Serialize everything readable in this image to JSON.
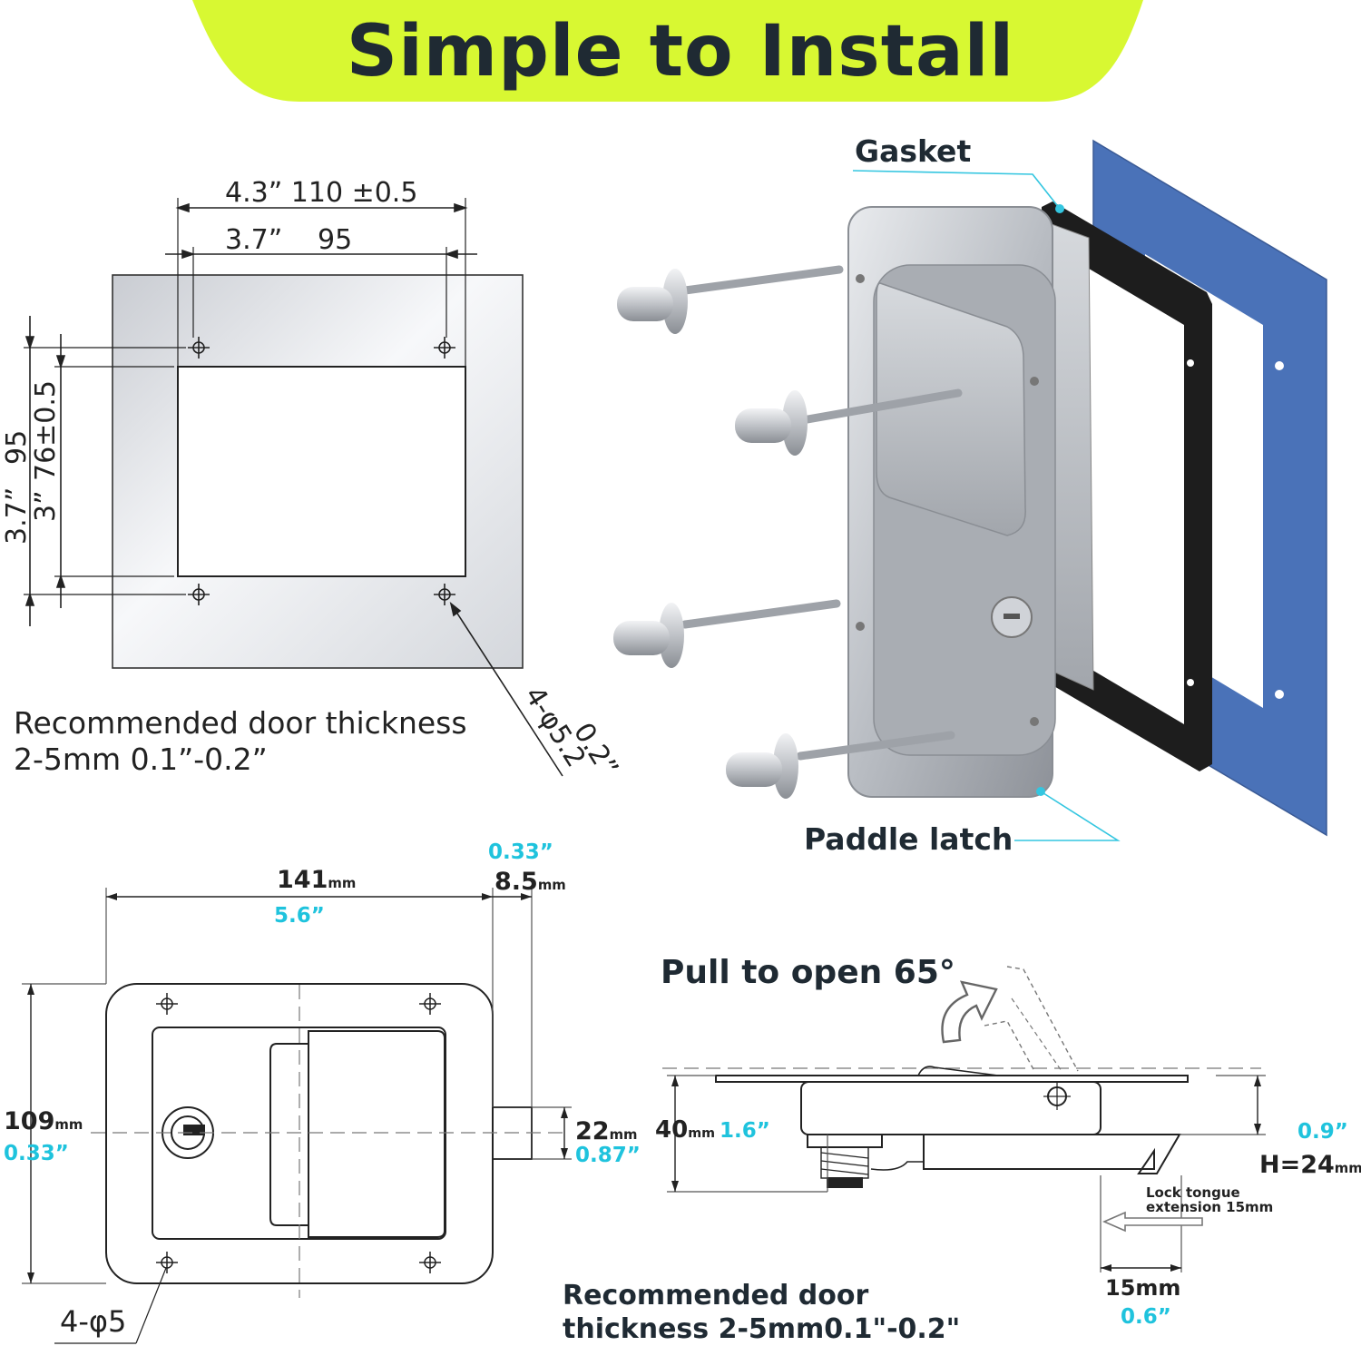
{
  "header": {
    "title": "Simple to Install",
    "bg_color": "#d8f832"
  },
  "cutout": {
    "outer_width": "4.3” 110 ±0.5",
    "hole_spacing_width": "3.7”",
    "hole_spacing_width_mm": "95",
    "outer_height_in": "3.7”",
    "outer_height_mm": "95",
    "inner_height_in": "3”",
    "inner_height_mm": "76±0.5",
    "hole_spec": "4-φ5.2",
    "hole_spec_in": "0.2”",
    "note_line1": "Recommended door thickness",
    "note_line2": "2-5mm 0.1”-0.2”"
  },
  "exploded": {
    "gasket_label": "Gasket",
    "latch_label": "Paddle latch",
    "gasket_color": "#4a72b8",
    "callout_color": "#34c6e0"
  },
  "front": {
    "width_mm": "141",
    "width_unit": "mm",
    "width_in": "5.6”",
    "tongue_mm": "8.5",
    "tongue_unit": "mm",
    "tongue_in": "0.33”",
    "height_mm": "109",
    "height_unit": "mm",
    "height_in": "0.33”",
    "tongue_h_mm": "22",
    "tongue_h_unit": "mm",
    "tongue_h_in": "0.87”",
    "holes": "4-φ5"
  },
  "side": {
    "pull_label": "Pull to open 65°",
    "depth_mm": "40",
    "depth_unit": "mm",
    "depth_in": "1.6”",
    "tongue_depth_in": "0.9”",
    "tongue_depth_mm": "H=24",
    "tongue_depth_unit": "mm",
    "tongue_note_line1": "Lock tongue",
    "tongue_note_line2": "extension 15mm",
    "ext_mm": "15mm",
    "ext_in": "0.6”",
    "note_line1": "Recommended door",
    "note_line2": "thickness 2-5mm0.1\"-0.2\""
  },
  "accent_color": "#1fc3dd"
}
